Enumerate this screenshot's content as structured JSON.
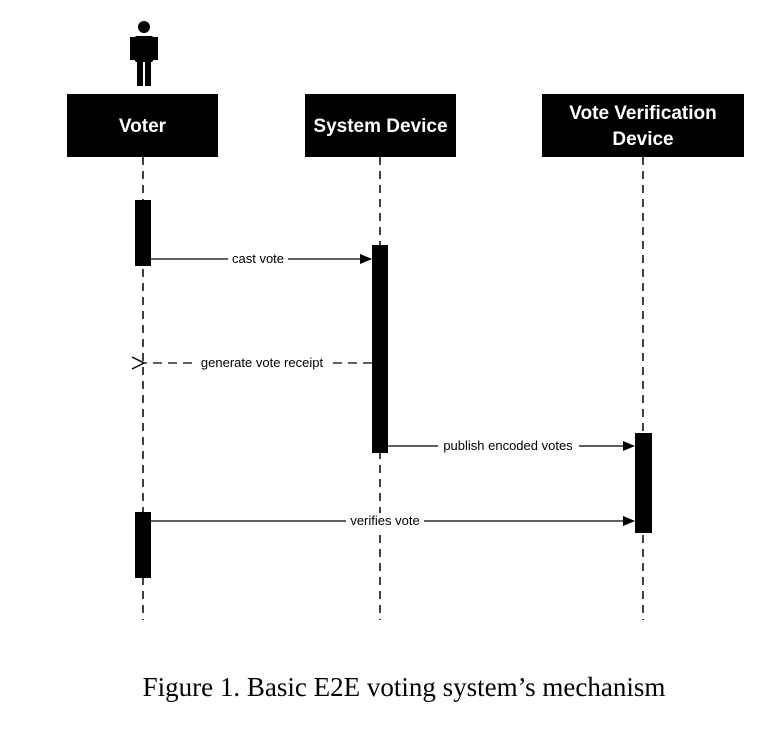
{
  "participants": [
    {
      "id": "voter",
      "label_lines": [
        "Voter"
      ],
      "has_actor_icon": true
    },
    {
      "id": "system",
      "label_lines": [
        "System Device"
      ],
      "has_actor_icon": false
    },
    {
      "id": "verifier",
      "label_lines": [
        "Vote Verification",
        "Device"
      ],
      "has_actor_icon": false
    }
  ],
  "messages": [
    {
      "label": "cast vote",
      "from": "voter",
      "to": "system",
      "style": "solid"
    },
    {
      "label": "generate vote receipt",
      "from": "system",
      "to": "voter",
      "style": "dashed"
    },
    {
      "label": "publish encoded votes",
      "from": "system",
      "to": "verifier",
      "style": "solid"
    },
    {
      "label": "verifies vote",
      "from": "voter",
      "to": "verifier",
      "style": "solid"
    }
  ],
  "caption": "Figure 1. Basic E2E voting system’s mechanism",
  "colors": {
    "participant_box": "#000000",
    "participant_text": "#ffffff",
    "line": "#000000",
    "background": "#ffffff"
  }
}
